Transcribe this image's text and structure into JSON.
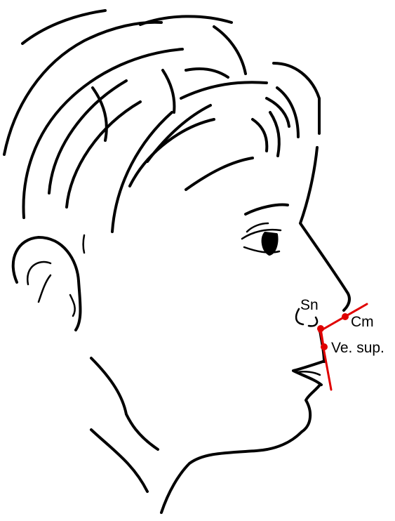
{
  "labels": {
    "subnasale": "Sn",
    "columella": "Cm",
    "upper_lip": "Ve. sup."
  },
  "colors": {
    "line_drawing": "#000000",
    "reference_marks": "#e00000",
    "background": "#ffffff"
  }
}
